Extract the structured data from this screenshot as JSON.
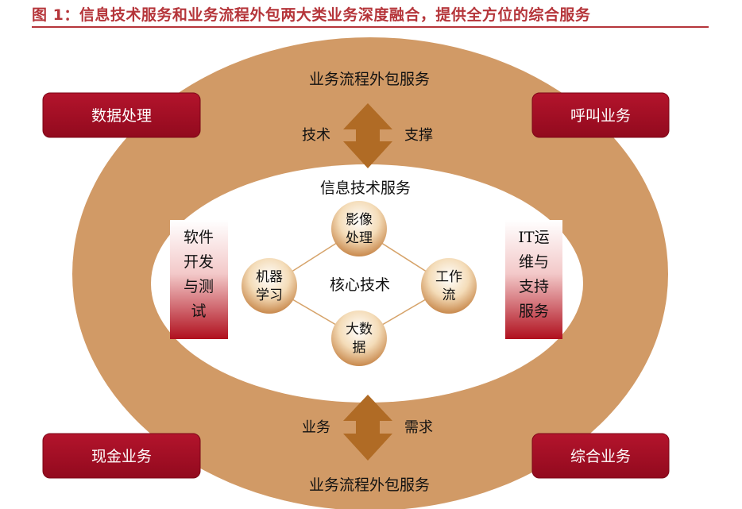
{
  "title": "图 1：信息技术服务和业务流程外包两大类业务深度融合，提供全方位的综合服务",
  "outer": {
    "top_label": "业务流程外包服务",
    "bottom_label": "业务流程外包服务"
  },
  "inner": {
    "title": "信息技术服务",
    "core": "核心技术"
  },
  "arrows": {
    "top_left": "技术",
    "top_right": "支撑",
    "bottom_left": "业务",
    "bottom_right": "需求"
  },
  "corner_boxes": {
    "top_left": "数据处理",
    "top_right": "呼叫业务",
    "bottom_left": "现金业务",
    "bottom_right": "综合业务"
  },
  "side_bars": {
    "left": [
      "软件",
      "开发",
      "与测",
      "试"
    ],
    "right": [
      "IT运",
      "维与",
      "支持",
      "服务"
    ]
  },
  "nodes": {
    "top": [
      "影像",
      "处理"
    ],
    "left": [
      "机器",
      "学习"
    ],
    "right": [
      "工作",
      "流"
    ],
    "bottom": [
      "大数",
      "据"
    ]
  },
  "colors": {
    "title_red": "#b5353a",
    "ring": "#d19a66",
    "box_red": "#a50e24",
    "arrow": "#b06b25"
  }
}
